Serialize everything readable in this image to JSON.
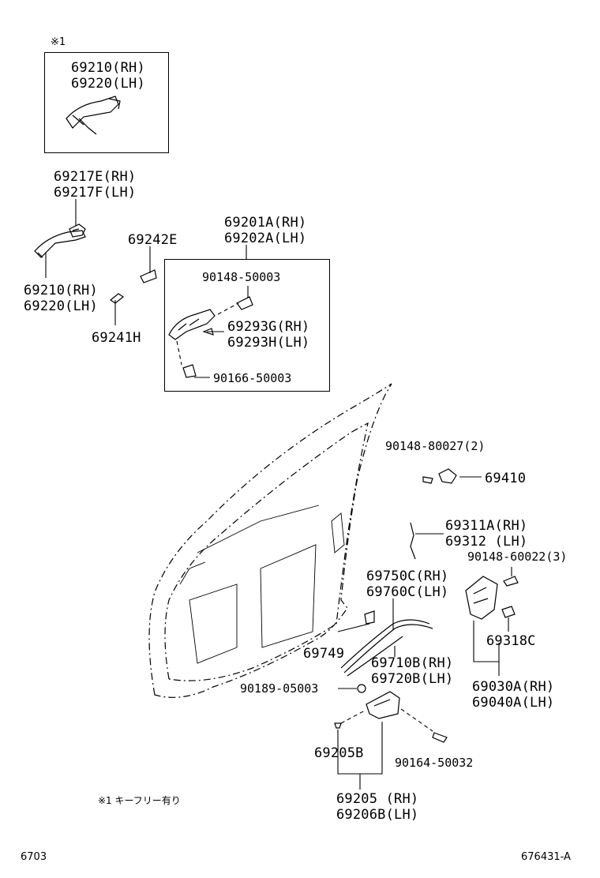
{
  "note_marker": "※1",
  "parts": {
    "handle_kf": [
      "69210(RH)",
      "69220(LH)"
    ],
    "pad": [
      "69217E(RH)",
      "69217F(LH)"
    ],
    "handle": [
      "69210(RH)",
      "69220(LH)"
    ],
    "cover_e": "69242E",
    "cover_h": "69241H",
    "frame_assy": [
      "69201A(RH)",
      "69202A(LH)"
    ],
    "bolt_a": "90148-50003",
    "spring": [
      "69293G(RH)",
      "69293H(LH)"
    ],
    "bolt_b": "90166-50003",
    "screw_80027": "90148-80027(2)",
    "striker": "69410",
    "rod": [
      "69311A(RH)",
      "69312 (LH)"
    ],
    "screw_60022": "90148-60022(3)",
    "cable_c": [
      "69750C(RH)",
      "69760C(LH)"
    ],
    "clip": "69749",
    "cable_b": [
      "69710B(RH)",
      "69720B(LH)"
    ],
    "cover_c": "69318C",
    "lock_assy": [
      "69030A(RH)",
      "69040A(LH)"
    ],
    "clip_05003": "90189-05003",
    "bezel": "69205B",
    "screw_50032": "90164-50032",
    "inside_handle": [
      "69205 (RH)",
      "69206B(LH)"
    ]
  },
  "footnote": "※1  キーフリー有り",
  "page_code": "6703",
  "figure_code": "676431-A"
}
